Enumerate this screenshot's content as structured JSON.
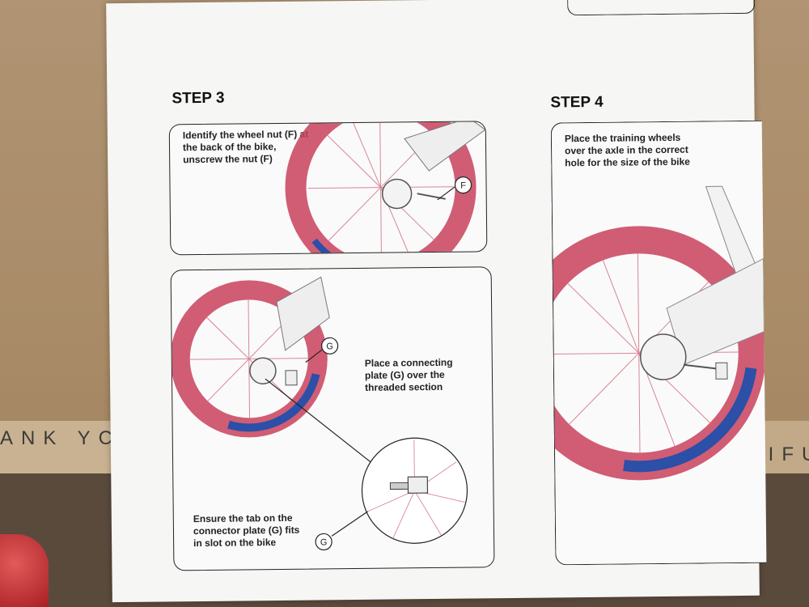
{
  "background": {
    "box_text_left": "ANK YC",
    "box_text_right": "TIFU"
  },
  "step3": {
    "heading": "STEP 3",
    "panel1_caption": "Identify the wheel nut (F) at the back of the bike, unscrew the nut (F)",
    "label_f": "F",
    "panel2_caption": "Place a connecting plate (G) over the threaded section",
    "panel2_caption_bottom": "Ensure the tab on the connector plate (G) fits in slot on the bike",
    "label_g": "G"
  },
  "step4": {
    "heading": "STEP 4",
    "caption": "Place the training wheels over the axle in the correct hole for the size of the bike"
  },
  "colors": {
    "tire_red": "#c8415c",
    "tire_blue": "#2c4fa8",
    "spoke_red": "#d06a7c",
    "spoke_blue": "#6b86c6"
  }
}
